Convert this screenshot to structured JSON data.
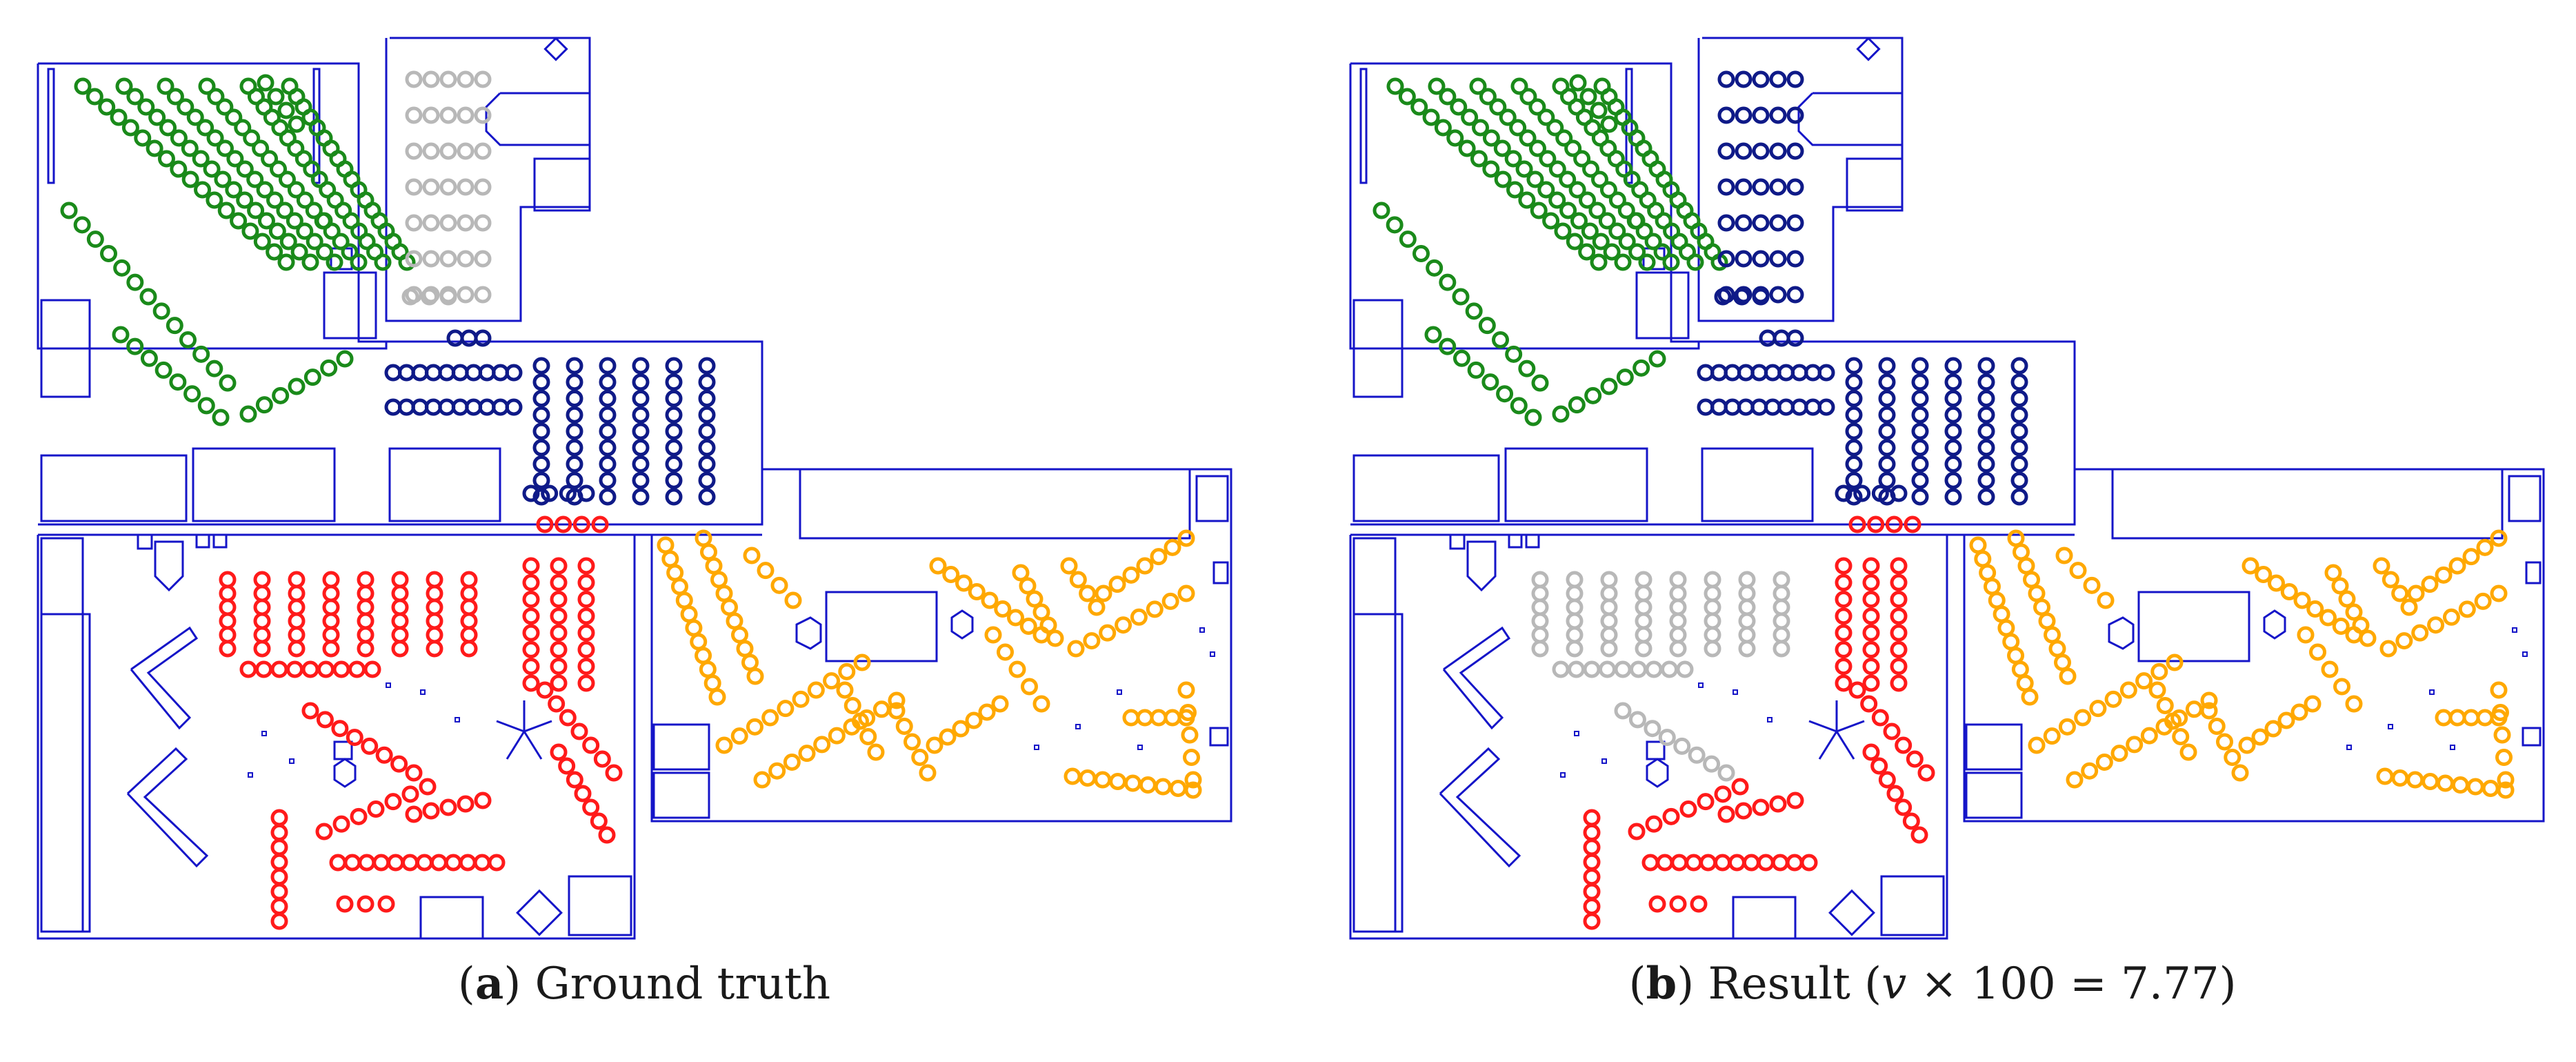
{
  "panels": [
    {
      "id": "a",
      "label": "a",
      "title": "Ground truth"
    },
    {
      "id": "b",
      "label": "b",
      "title": "Result",
      "metric_symbol": "v",
      "metric_scale": "100",
      "metric_value": "7.77"
    }
  ],
  "colors": {
    "walls": "#1515c8",
    "green": "#1a8a1a",
    "gray": "#b8b8b8",
    "navy": "#0f1a88",
    "red": "#ff1a1a",
    "orange": "#ffa800"
  },
  "legend_note": "",
  "clusters": [
    "green",
    "gray",
    "navy",
    "red",
    "orange"
  ]
}
